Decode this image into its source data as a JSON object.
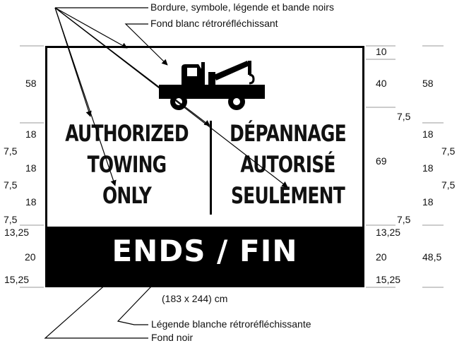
{
  "callouts": {
    "border_symbol_legend_band": "Bordure, symbole, légende et bande noirs",
    "white_background": "Fond blanc rétroréfléchissant",
    "white_legend": "Légende blanche rétroréfléchissante",
    "black_background": "Fond noir"
  },
  "sign": {
    "english": [
      "AUTHORIZED",
      "TOWING",
      "ONLY"
    ],
    "french": [
      "DÉPANNAGE",
      "AUTORISÉ",
      "SEULEMENT"
    ],
    "band_text": "ENDS / FIN",
    "size": "(183 x 244) cm",
    "symbol": "tow-truck-icon"
  },
  "dimensions": {
    "left": [
      "58",
      "18",
      "7,5",
      "18",
      "7,5",
      "18",
      "7,5",
      "13,25",
      "20",
      "15,25"
    ],
    "right_inner": [
      "10",
      "40",
      "7,5",
      "69",
      "7,5",
      "13,25",
      "20",
      "15,25"
    ],
    "right_outer": [
      "58",
      "18",
      "7,5",
      "18",
      "7,5",
      "18",
      "48,5"
    ]
  },
  "colors": {
    "legend": "#000000",
    "background": "#ffffff",
    "band": "#000000"
  }
}
